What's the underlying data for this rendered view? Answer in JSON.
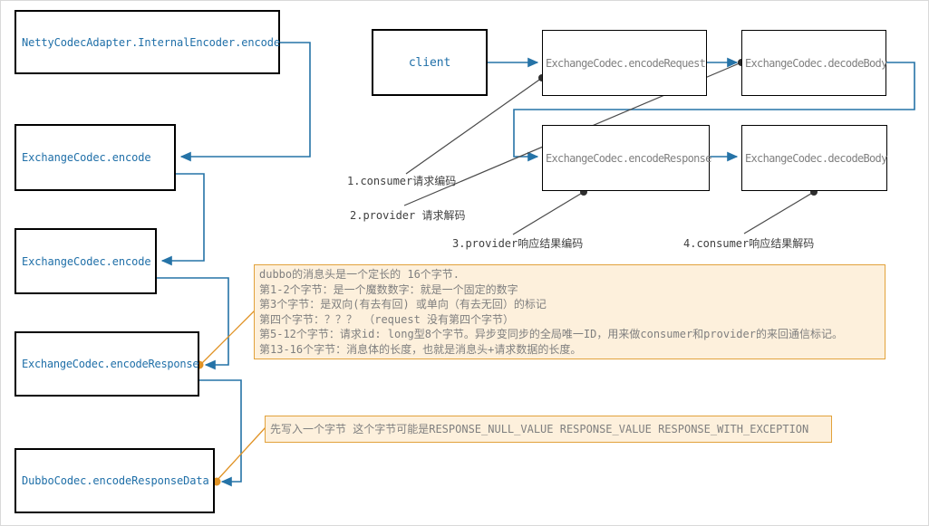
{
  "boxes": {
    "netty": {
      "label": "NettyCodecAdapter.InternalEncoder.encode"
    },
    "exchange_encode_1": {
      "label": "ExchangeCodec.encode"
    },
    "exchange_encode_2": {
      "label": "ExchangeCodec.encode"
    },
    "exchange_encode_response": {
      "label": "ExchangeCodec.encodeResponse"
    },
    "dubbo_encode_response_data": {
      "label": "DubboCodec.encodeResponseData"
    },
    "client": {
      "label": "client"
    },
    "encode_request": {
      "label": "ExchangeCodec.encodeRequest"
    },
    "decode_body_top": {
      "label": "ExchangeCodec.decodeBody"
    },
    "encode_response_right": {
      "label": "ExchangeCodec.encodeResponse"
    },
    "decode_body_bottom": {
      "label": "ExchangeCodec.decodeBody"
    }
  },
  "step_labels": {
    "step1": "1.consumer请求编码",
    "step2": "2.provider 请求解码",
    "step3": "3.provider响应结果编码",
    "step4": "4.consumer响应结果解码"
  },
  "notes": {
    "header_note": {
      "lines": [
        "dubbo的消息头是一个定长的 16个字节.",
        "第1-2个字节：是一个魔数数字：就是一个固定的数字",
        "第3个字节：是双向(有去有回) 或单向（有去无回）的标记",
        "第四个字节：？？？ （request 没有第四个字节）",
        "第5-12个字节：请求id: long型8个字节。异步变同步的全局唯一ID，用来做consumer和provider的来回通信标记。",
        "第13-16个字节：消息体的长度，也就是消息头+请求数据的长度。"
      ]
    },
    "byte_note": {
      "text": "先写入一个字节 这个字节可能是RESPONSE_NULL_VALUE  RESPONSE_VALUE  RESPONSE_WITH_EXCEPTION"
    }
  },
  "colors": {
    "connector_blue": "#2573a7",
    "box_text_blue": "#1f6fa8",
    "box_text_gray": "#808080",
    "box_border_black": "#000000",
    "note_background": "#fdf0dc",
    "note_border_orange": "#e2a23b",
    "anchor_dot_orange": "#e09224",
    "label_line_gray": "#4a4a4a",
    "anchor_dot_black": "#2f2f2f",
    "label_text_gray": "#3f3f3f"
  }
}
